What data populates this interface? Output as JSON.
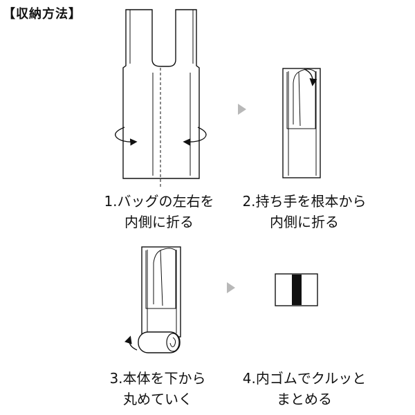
{
  "title": "【収納方法】",
  "steps": [
    {
      "line1": "1.バッグの左右を",
      "line2": "内側に折る"
    },
    {
      "line1": "2.持ち手を根本から",
      "line2": "内側に折る"
    },
    {
      "line1": "3.本体を下から",
      "line2": "丸めていく"
    },
    {
      "line1": "4.内ゴムでクルッと",
      "line2": "まとめる"
    }
  ],
  "colors": {
    "line": "#111111",
    "arrow": "#b8b8b8",
    "band": "#111111"
  }
}
